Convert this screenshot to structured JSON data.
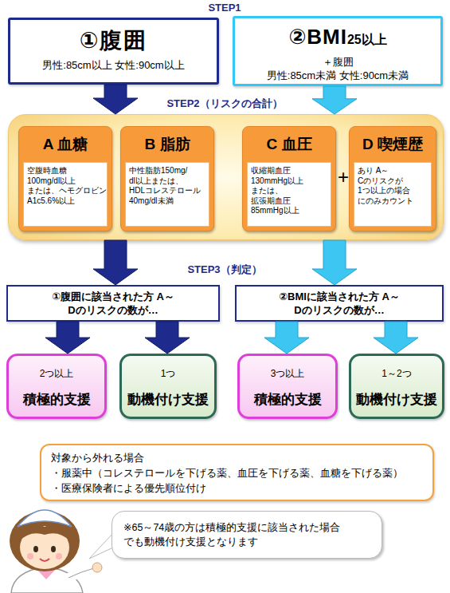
{
  "diagram": {
    "nodes": [
      {
        "text": [
          "①腹囲",
          "男性:85cm以上 女性:90cm以上"
        ]
      },
      {
        "text": [
          "②BMI",
          "25以上",
          "＋腹囲",
          "男性:85cm未満 女性:90cm未満"
        ]
      },
      {
        "text": [
          "+"
        ]
      },
      {
        "text": [
          "A 血糖",
          "空腹時血糖 100mg/dl以上 または、ヘモグロビン A1c5.6%以上"
        ],
        "in": 2
      },
      {
        "text": [
          "B 脂肪",
          "中性脂肪150mg/ dl以上または、 HDLコレステロール 40mg/dl未満"
        ],
        "in": 2
      },
      {
        "text": [
          "C 血圧",
          "収縮期血圧 130mmHg以上 または、 拡張期血圧 85mmHg以上"
        ],
        "in": 2
      },
      {
        "text": [
          "D 喫煙歴",
          "あり A～Cのリスクが 1つ以上の場合 にのみカウント"
        ],
        "in": 2
      },
      {
        "text": [
          "①腹囲に該当された方 A～Dのリスクの数が…"
        ]
      },
      {
        "text": [
          "②BMIに該当された方 A～Dのリスクの数が…"
        ]
      },
      {
        "text": [
          "2つ以上",
          "積極的支援"
        ]
      },
      {
        "text": [
          "1つ",
          "動機付け支援"
        ]
      },
      {
        "text": [
          "3つ以上",
          "積極的支援"
        ]
      },
      {
        "text": [
          "1～2つ",
          "動機付け支援"
        ]
      },
      {
        "text": [
          "対象から外れる場合",
          "・服薬中（コレステロールを下げる薬、血圧を下げる薬、血糖を下げる薬）",
          "・医療保険者による優先順位付け"
        ]
      },
      {
        "text": [
          "※65～74歳の方は積極的支援に該当された場合 でも動機付け支援となります"
        ]
      }
    ],
    "edges": [
      {
        "from": 0,
        "to": 2,
        "arrow": "to"
      },
      {
        "from": 1,
        "to": 2,
        "arrow": "to"
      },
      {
        "from": 2,
        "to": 7,
        "arrow": "to"
      },
      {
        "from": 2,
        "to": 8,
        "arrow": "to"
      },
      {
        "from": 7,
        "to": 9,
        "arrow": "to"
      },
      {
        "from": 7,
        "to": 10,
        "arrow": "to"
      },
      {
        "from": 8,
        "to": 11,
        "arrow": "to"
      },
      {
        "from": 8,
        "to": 12,
        "arrow": "to"
      }
    ],
    "labels": [
      "STEP1",
      "STEP2（リスクの合計）",
      "STEP3（判定）"
    ]
  }
}
